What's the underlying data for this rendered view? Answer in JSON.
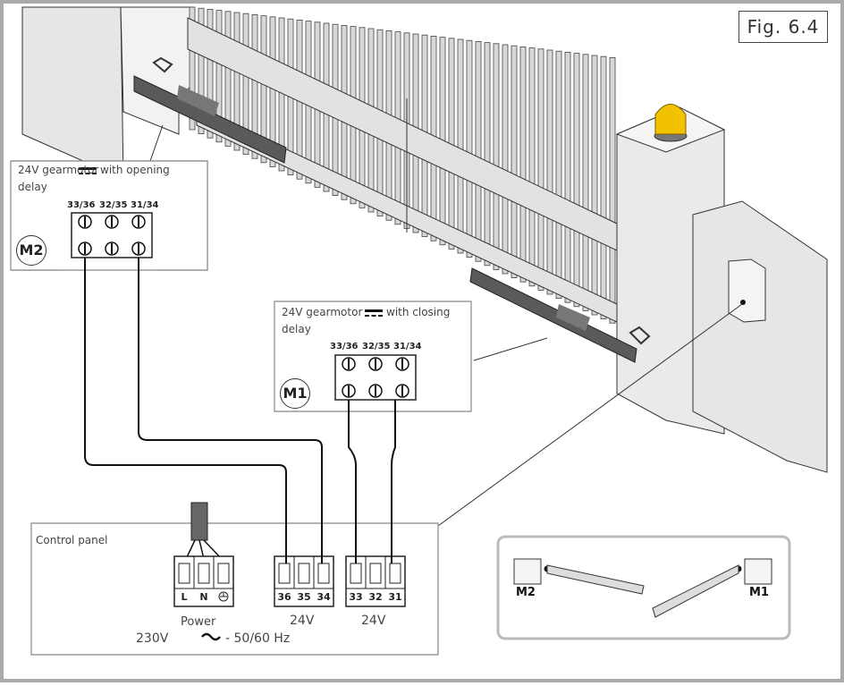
{
  "figure_label": "Fig. 6.4",
  "m2_box": {
    "caption_line1": "24V gearmotor",
    "caption_suffix": "with opening",
    "caption_line2": "delay",
    "badge": "M2",
    "terminals": [
      "33/36",
      "32/35",
      "31/34"
    ]
  },
  "m1_box": {
    "caption_line1": "24V gearmotor",
    "caption_suffix": "with closing",
    "caption_line2": "delay",
    "badge": "M1",
    "terminals": [
      "33/36",
      "32/35",
      "31/34"
    ]
  },
  "control_panel": {
    "title": "Control panel",
    "power_terminals": [
      "L",
      "N"
    ],
    "power_label": "Power",
    "power_spec_v": "230V",
    "power_spec_f": "- 50/60 Hz",
    "block_m2": {
      "terminals": [
        "36",
        "35",
        "34"
      ],
      "caption": "24V"
    },
    "block_m1": {
      "terminals": [
        "33",
        "32",
        "31"
      ],
      "caption": "24V"
    }
  },
  "inset": {
    "left_label": "M2",
    "right_label": "M1"
  },
  "colors": {
    "frame": "#aaaaaa",
    "wall": "#eeeeee",
    "gate": "#dddddd",
    "motor": "#555555",
    "lamp": "#f2c200",
    "wire": "#111111"
  }
}
